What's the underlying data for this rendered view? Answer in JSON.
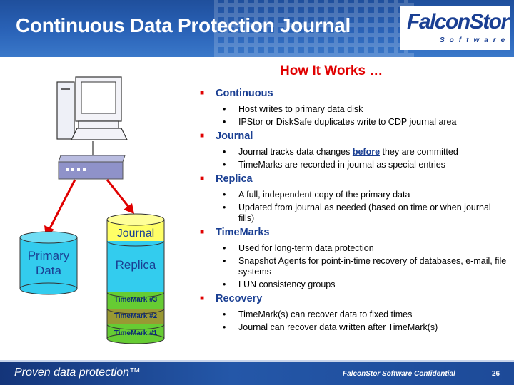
{
  "header": {
    "title": "Continuous Data Protection Journal"
  },
  "logo": {
    "name": "FalconStor",
    "sub": "Software"
  },
  "content": {
    "heading": "How It Works …",
    "sections": [
      {
        "title": "Continuous",
        "items": [
          "Host writes to primary data disk",
          "IPStor or DiskSafe duplicates write to CDP journal area"
        ]
      },
      {
        "title": "Journal",
        "items": [
          "",
          "TimeMarks are recorded in journal as special entries"
        ]
      },
      {
        "title": "Replica",
        "items": [
          "A full, independent copy of the primary data",
          "Updated from journal as needed (based on time or when journal fills)"
        ]
      },
      {
        "title": "TimeMarks",
        "items": [
          "Used for long-term data protection",
          "Snapshot Agents for point-in-time recovery of databases, e-mail, file systems",
          "LUN consistency groups"
        ]
      },
      {
        "title": "Recovery",
        "items": [
          "TimeMark(s) can recover data to fixed times",
          "Journal can recover data written after TimeMark(s)"
        ]
      }
    ],
    "journal_item": {
      "pre": "Journal tracks data changes ",
      "emph": "before",
      "post": " they are committed"
    }
  },
  "diagram": {
    "primary_line1": "Primary",
    "primary_line2": "Data",
    "journal": "Journal",
    "replica": "Replica",
    "tm3": "TimeMark #3",
    "tm2": "TimeMark #2",
    "tm1": "TimeMark #1"
  },
  "footer": {
    "tagline": "Proven data protection™",
    "confidential": "FalconStor Software Confidential",
    "page": "26"
  },
  "colors": {
    "accent_red": "#e00000",
    "brand_blue": "#1a3f93",
    "journal_yellow": "#ffff66",
    "replica_cyan": "#33ccee",
    "timemark_green": "#66cc33",
    "timemark_olive": "#999933"
  }
}
